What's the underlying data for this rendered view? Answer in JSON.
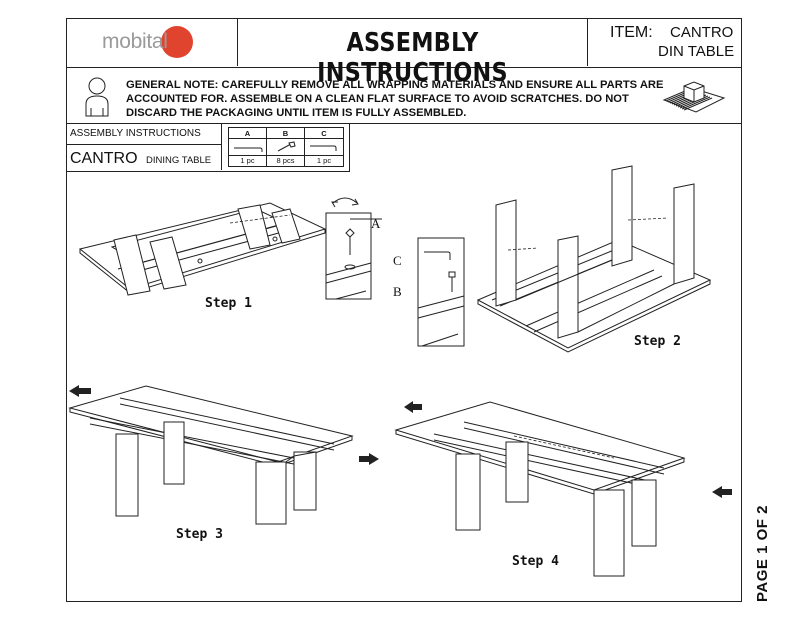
{
  "header": {
    "logo": "mobital",
    "title": "ASSEMBLY INSTRUCTIONS",
    "item_label": "ITEM:",
    "item_name_line1": "CANTRO",
    "item_name_line2": "DIN TABLE"
  },
  "general_note": "GENERAL NOTE:  CAREFULLY REMOVE ALL WRAPPING MATERIALS AND ENSURE ALL PARTS ARE ACCOUNTED FOR. ASSEMBLE ON A CLEAN FLAT SURFACE TO AVOID SCRATCHES. DO NOT DISCARD THE PACKAGING UNTIL ITEM IS FULLY ASSEMBLED.",
  "parts_box": {
    "heading": "ASSEMBLY INSTRUCTIONS",
    "product": "CANTRO",
    "product_sub": "DINING TABLE",
    "parts": [
      {
        "label": "A",
        "qty": "1 pc"
      },
      {
        "label": "B",
        "qty": "8 pcs"
      },
      {
        "label": "C",
        "qty": "1 pc"
      }
    ]
  },
  "callouts": {
    "a": "A",
    "b": "B",
    "c": "C"
  },
  "steps": [
    "Step 1",
    "Step 2",
    "Step 3",
    "Step 4"
  ],
  "page_number": "PAGE 1 OF 2",
  "icons": [
    "person-icon",
    "package-icon",
    "allen-key-icon",
    "bolt-icon",
    "hex-key-icon",
    "rotate-arrow-icon",
    "arrow-left-icon",
    "arrow-right-icon"
  ]
}
